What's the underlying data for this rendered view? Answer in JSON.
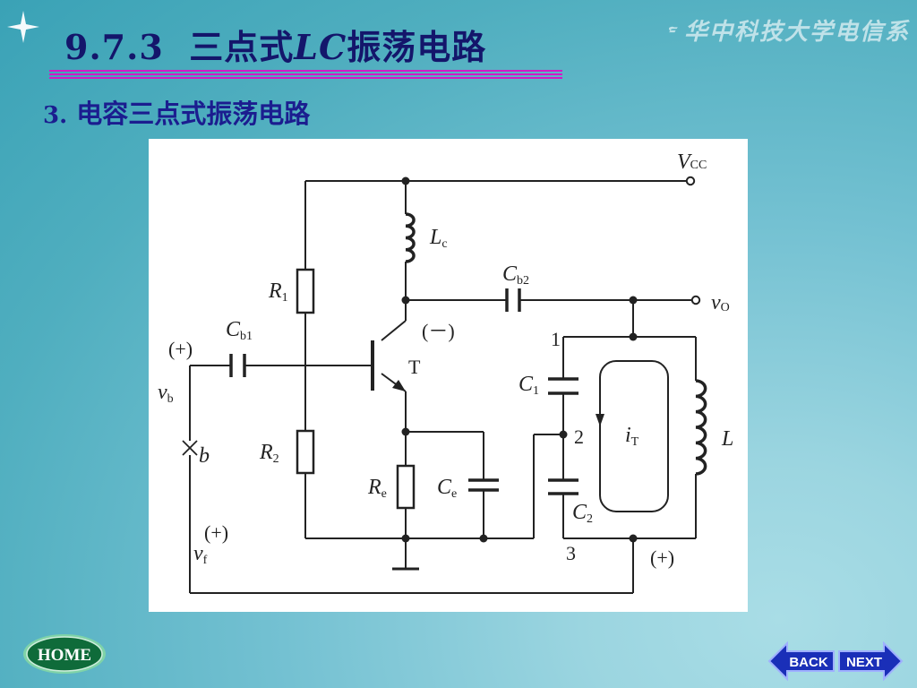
{
  "slide": {
    "title_prefix": "9.7.3",
    "title_mid": "三点式",
    "title_italic": "LC",
    "title_suffix": "振荡电路",
    "logo_text": "华中科技大学电信系",
    "subtitle_num": "3.",
    "subtitle_text": "电容三点式振荡电路"
  },
  "circuit": {
    "vcc_main": "V",
    "vcc_sub": "CC",
    "vo_main": "v",
    "vo_sub": "O",
    "lc_main": "L",
    "lc_sub": "c",
    "cb2_main": "C",
    "cb2_sub": "b2",
    "cb1_main": "C",
    "cb1_sub": "b1",
    "r1_main": "R",
    "r1_sub": "1",
    "r2_main": "R",
    "r2_sub": "2",
    "re_main": "R",
    "re_sub": "e",
    "ce_main": "C",
    "ce_sub": "e",
    "c1_main": "C",
    "c1_sub": "1",
    "c2_main": "C",
    "c2_sub": "2",
    "l_main": "L",
    "it_main": "i",
    "it_sub": "T",
    "transistor": "T",
    "minus_mark": "(－)",
    "plus_b": "(+)",
    "plus_f": "(+)",
    "plus_3": "(+)",
    "vb_main": "v",
    "vb_sub": "b",
    "vf_main": "v",
    "vf_sub": "f",
    "break_label": "b",
    "node1": "1",
    "node2": "2",
    "node3": "3"
  },
  "nav": {
    "home": "HOME",
    "back": "BACK",
    "next": "NEXT"
  },
  "colors": {
    "title": "#14166b",
    "rule": "#d21ac6",
    "subtitle": "#1b1d8f",
    "home_button": "#0f6b3a",
    "nav_arrow": "#1a2fb8"
  }
}
